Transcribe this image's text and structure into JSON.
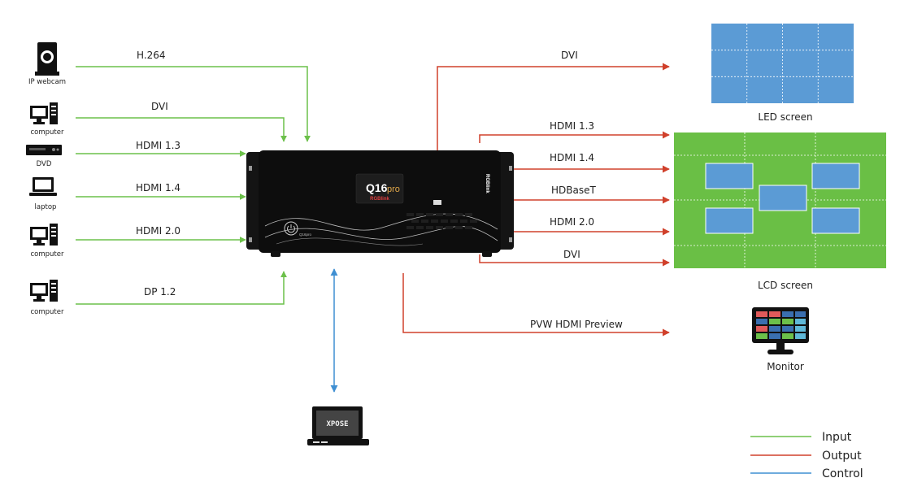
{
  "colors": {
    "input": "#6cc04a",
    "output": "#d0402b",
    "control": "#3f8fd2",
    "led": "#5b9bd5",
    "lcd": "#6abf45"
  },
  "sources": {
    "ipcam": "IP webcam",
    "computer1": "computer",
    "dvd": "DVD",
    "laptop": "laptop",
    "computer2": "computer",
    "computer3": "computer"
  },
  "inputs": {
    "h264": "H.264",
    "dvi": "DVI",
    "hdmi13": "HDMI 1.3",
    "hdmi14": "HDMI 1.4",
    "hdmi20": "HDMI 2.0",
    "dp12": "DP 1.2"
  },
  "outputs": {
    "dvi_top": "DVI",
    "hdmi13": "HDMI 1.3",
    "hdmi14": "HDMI 1.4",
    "hdbaset": "HDBaseT",
    "hdmi20": "HDMI 2.0",
    "dvi_bottom": "DVI",
    "pvw": "PVW HDMI Preview"
  },
  "device": {
    "model": "Q16",
    "model_suffix": "pro",
    "brand": "RGBlink",
    "side_brand": "RGBlink",
    "button_text": "Q16pro"
  },
  "screens": {
    "led": "LED screen",
    "lcd": "LCD screen",
    "monitor": "Monitor"
  },
  "software": {
    "logo": "XPOSE"
  },
  "legend": {
    "input": "Input",
    "output": "Output",
    "control": "Control"
  }
}
